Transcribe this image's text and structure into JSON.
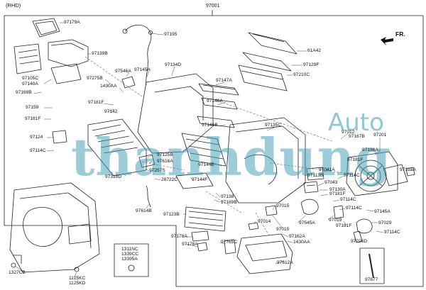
{
  "header": {
    "variant": "(RHD)",
    "assembly": "97001",
    "direction": "FR."
  },
  "watermark": {
    "small": "Auto",
    "large": "thanhdung",
    "color": "#3a9bb0"
  },
  "colors": {
    "line": "#222222",
    "leader": "#444444",
    "dash": "#666666",
    "watermark": "#3a9bb0"
  },
  "hardware_box": [
    "1311NC",
    "1339CC",
    "13395A"
  ],
  "labels": {
    "p97179A": "97179A",
    "p97195": "97195",
    "p61A42": "61A42",
    "p97139B": "97139B",
    "p97129F": "97129F",
    "p97546A": "97546A",
    "p97145A": "97145A",
    "p97134D": "97134D",
    "p97210C": "97210C",
    "p97105C": "97105C",
    "p97140A": "97140A",
    "p97275B": "97275B",
    "p1430AA_a": "1430AA",
    "p97147A": "97147A",
    "p97169B": "97169B",
    "p97181F_a": "97181F",
    "p97146A": "97146A",
    "p97159": "97159",
    "p97142": "97142",
    "p97181F_b": "97181F",
    "p97146B": "97146B",
    "p97135C": "97135C",
    "p97012": "97012",
    "p97201": "97201",
    "p97167B": "97167B",
    "p97124": "97124",
    "p97114C_a": "97114C",
    "p97198A": "97198A",
    "p97125B": "97125B",
    "p97616A": "97616A",
    "p97144E": "97144E",
    "p97181F_c": "97181F",
    "p97319D": "97319D",
    "p97257S": "97257S",
    "p97041A": "97041A",
    "p97113B": "97113B",
    "p97114C_b": "97114C",
    "p97103A": "97103A",
    "p28722C": "28722C",
    "p97144F": "97144F",
    "p97043": "97043",
    "p97130A": "97130A",
    "p97181F_d": "97181F",
    "p97138": "97138",
    "p97189B": "97189B",
    "p97114C_c": "97114C",
    "p97614B": "97614B",
    "p97015_a": "97015",
    "p97114C_d": "97114C",
    "p97123B": "97123B",
    "p97145A_b": "97145A",
    "p97545A": "97545A",
    "p97014": "97014",
    "p97019": "97019",
    "p97029": "97029",
    "p97181F_e": "97181F",
    "p97015_b": "97015",
    "p97114C_e": "97114C",
    "p97178A_a": "97178A",
    "p97162A": "97162A",
    "p97178A_b": "97178A",
    "p97765C": "97765C",
    "p1430AA_b": "1430AA",
    "p97226D": "97226D",
    "p97612A": "97612A",
    "p1327CB": "1327CB",
    "p1125KC": "1125KC",
    "p1125KD": "1125KD",
    "p97677": "97677"
  }
}
